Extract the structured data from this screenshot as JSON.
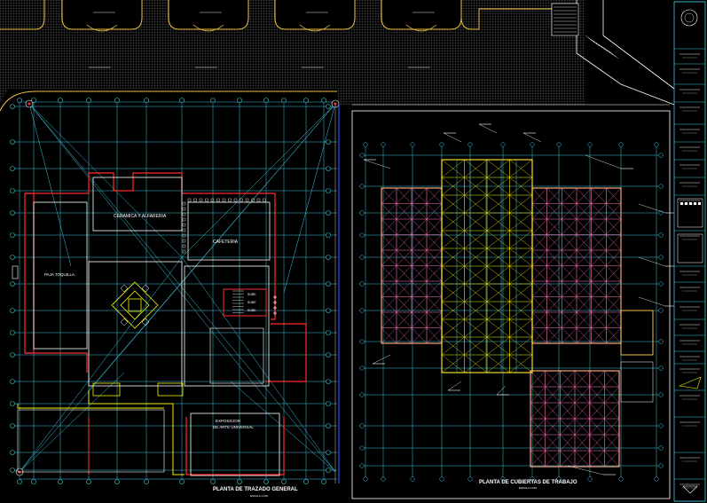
{
  "plans": {
    "left": {
      "title": "PLANTA DE TRAZADO GENERAL",
      "scale": "ESCALA 1:100",
      "rooms": {
        "ceramics": "CERAMICA Y ALFARERIA",
        "cafeteria": "CAFETERIA",
        "weaving": "PAJA TOQUILLA",
        "exhibition_line1": "EXPOSICION",
        "exhibition_line2": "DE ARTE UNIVERSAL"
      },
      "stair_labels": [
        "SUBE",
        "SUBE",
        "SUBE"
      ]
    },
    "right": {
      "title": "PLANTA DE CUBIERTAS DE TRABAJO",
      "scale": "ESCALA 1:100"
    }
  },
  "colors": {
    "background": "#000000",
    "grid": "#3fc6dc",
    "wall": "#ff2b2b",
    "white": "#ffffff",
    "yellow_structure": "#f5f500",
    "roof_truss": "#ff79b8",
    "boundary": "#f2c24a",
    "hatch": "#6a6a6a",
    "axis": "#3050ff"
  }
}
